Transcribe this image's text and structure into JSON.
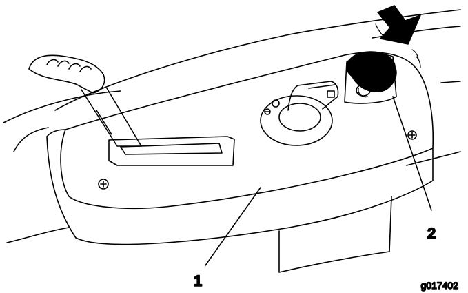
{
  "callouts": [
    {
      "number": "1"
    },
    {
      "number": "2"
    }
  ],
  "figure_id": "g017402"
}
